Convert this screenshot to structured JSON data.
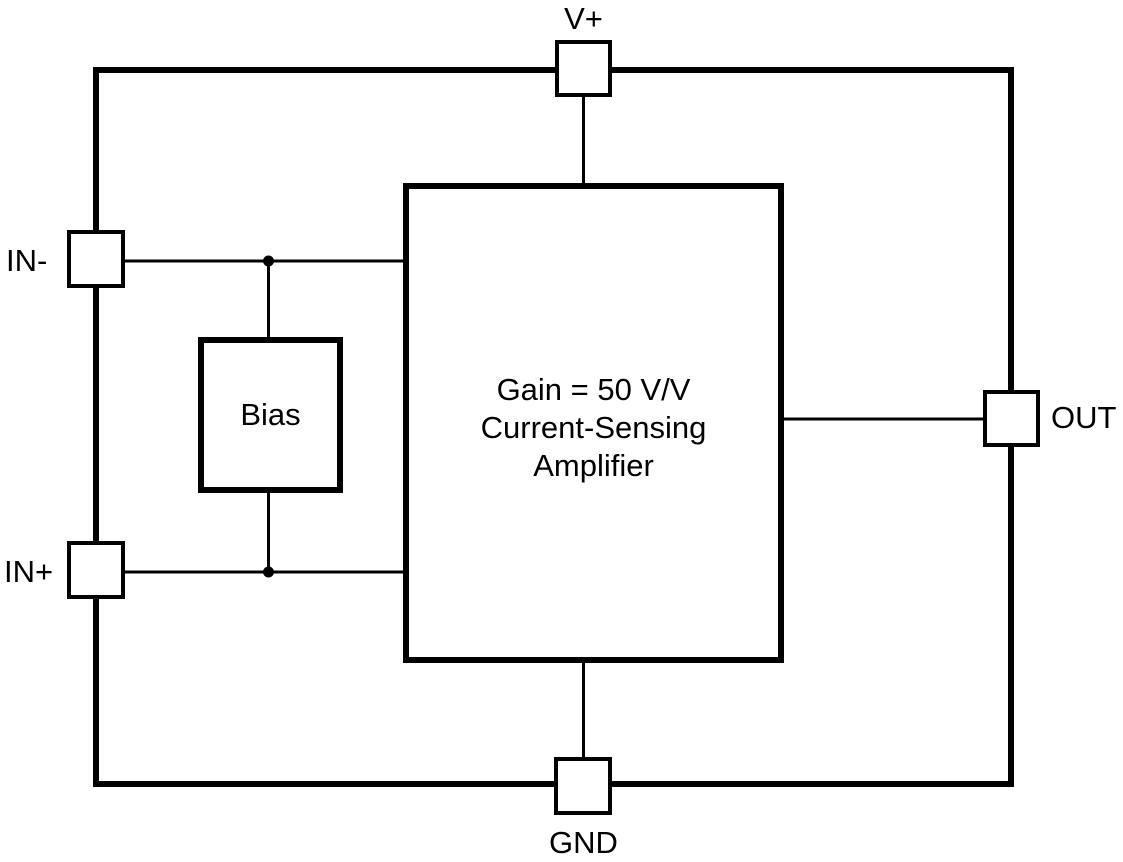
{
  "diagram": {
    "background": "#ffffff",
    "line_color": "#000000",
    "pins": {
      "vplus": {
        "label": "V+"
      },
      "in_minus": {
        "label": "IN-"
      },
      "in_plus": {
        "label": "IN+"
      },
      "out": {
        "label": "OUT"
      },
      "gnd": {
        "label": "GND"
      }
    },
    "blocks": {
      "bias": {
        "label": "Bias"
      },
      "amplifier": {
        "line1": "Gain = 50 V/V",
        "line2": "Current-Sensing",
        "line3": "Amplifier"
      }
    }
  }
}
